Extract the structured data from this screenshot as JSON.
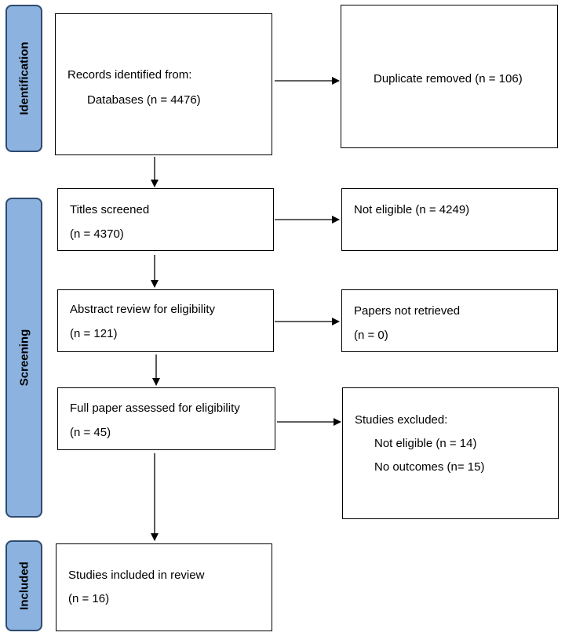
{
  "phases": {
    "identification": "Identification",
    "screening": "Screening",
    "included": "Included"
  },
  "identification": {
    "records_line1": "Records identified from:",
    "records_line2": "Databases (n = 4476)",
    "duplicates": "Duplicate removed (n = 106)"
  },
  "screening": {
    "titles_line1": "Titles screened",
    "titles_line2": "(n = 4370)",
    "not_eligible": "Not eligible (n = 4249)",
    "abstract_line1": "Abstract review for eligibility",
    "abstract_line2": "(n = 121)",
    "not_retrieved_line1": "Papers not retrieved",
    "not_retrieved_line2": "(n = 0)",
    "fullpaper_line1": "Full paper assessed for eligibility",
    "fullpaper_line2": "(n = 45)",
    "excluded_title": "Studies excluded:",
    "excluded_item1": "Not eligible (n = 14)",
    "excluded_item2": "No outcomes (n= 15)"
  },
  "included": {
    "line1": "Studies included in review",
    "line2": "(n = 16)"
  }
}
